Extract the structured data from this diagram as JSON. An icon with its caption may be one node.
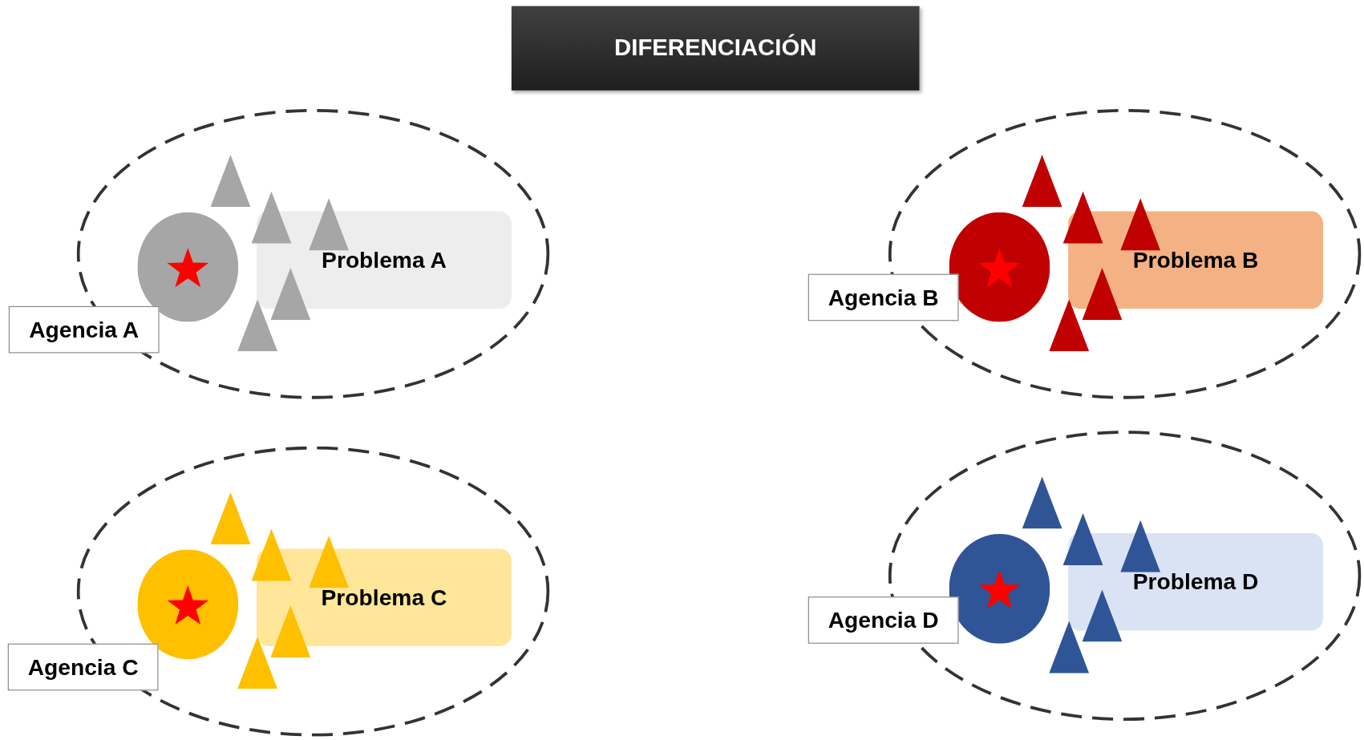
{
  "diagram": {
    "title": "DIFERENCIACIÓN",
    "nodes": [
      {
        "text": [],
        "shape": "ellipse"
      },
      {
        "text": [],
        "shape": "circle",
        "in": 0
      },
      {
        "text": [
          "Problema A"
        ],
        "in": 0
      },
      {
        "text": [
          "Agencia A"
        ]
      },
      {
        "text": [],
        "shape": "ellipse"
      },
      {
        "text": [],
        "shape": "circle",
        "in": 4
      },
      {
        "text": [
          "Problema B"
        ],
        "in": 4
      },
      {
        "text": [
          "Agencia B"
        ]
      },
      {
        "text": [],
        "shape": "ellipse"
      },
      {
        "text": [],
        "shape": "circle",
        "in": 8
      },
      {
        "text": [
          "Problema C"
        ],
        "in": 8
      },
      {
        "text": [
          "Agencia C"
        ]
      },
      {
        "text": [],
        "shape": "ellipse"
      },
      {
        "text": [],
        "shape": "circle",
        "in": 12
      },
      {
        "text": [
          "Problema D"
        ],
        "in": 12
      },
      {
        "text": [
          "Agencia D"
        ]
      }
    ]
  }
}
